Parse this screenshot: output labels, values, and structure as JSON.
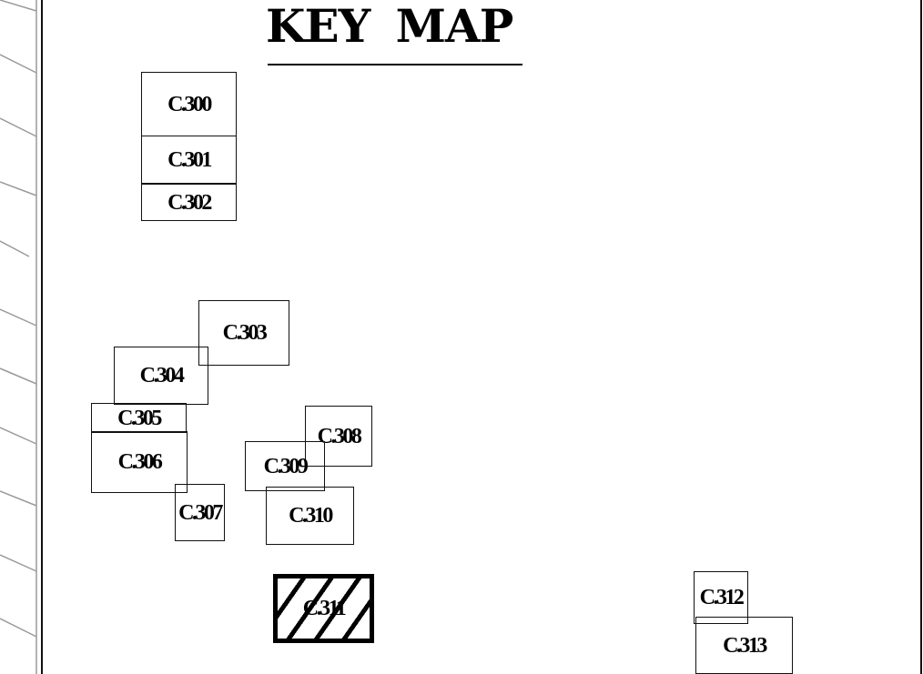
{
  "title": "KEY MAP",
  "sheets": [
    {
      "id": "C.300"
    },
    {
      "id": "C.301"
    },
    {
      "id": "C.302"
    },
    {
      "id": "C.303"
    },
    {
      "id": "C.304"
    },
    {
      "id": "C.305"
    },
    {
      "id": "C.306"
    },
    {
      "id": "C.307"
    },
    {
      "id": "C.308"
    },
    {
      "id": "C.309"
    },
    {
      "id": "C.310"
    },
    {
      "id": "C.311",
      "current": true
    },
    {
      "id": "C.312"
    },
    {
      "id": "C.313"
    }
  ]
}
